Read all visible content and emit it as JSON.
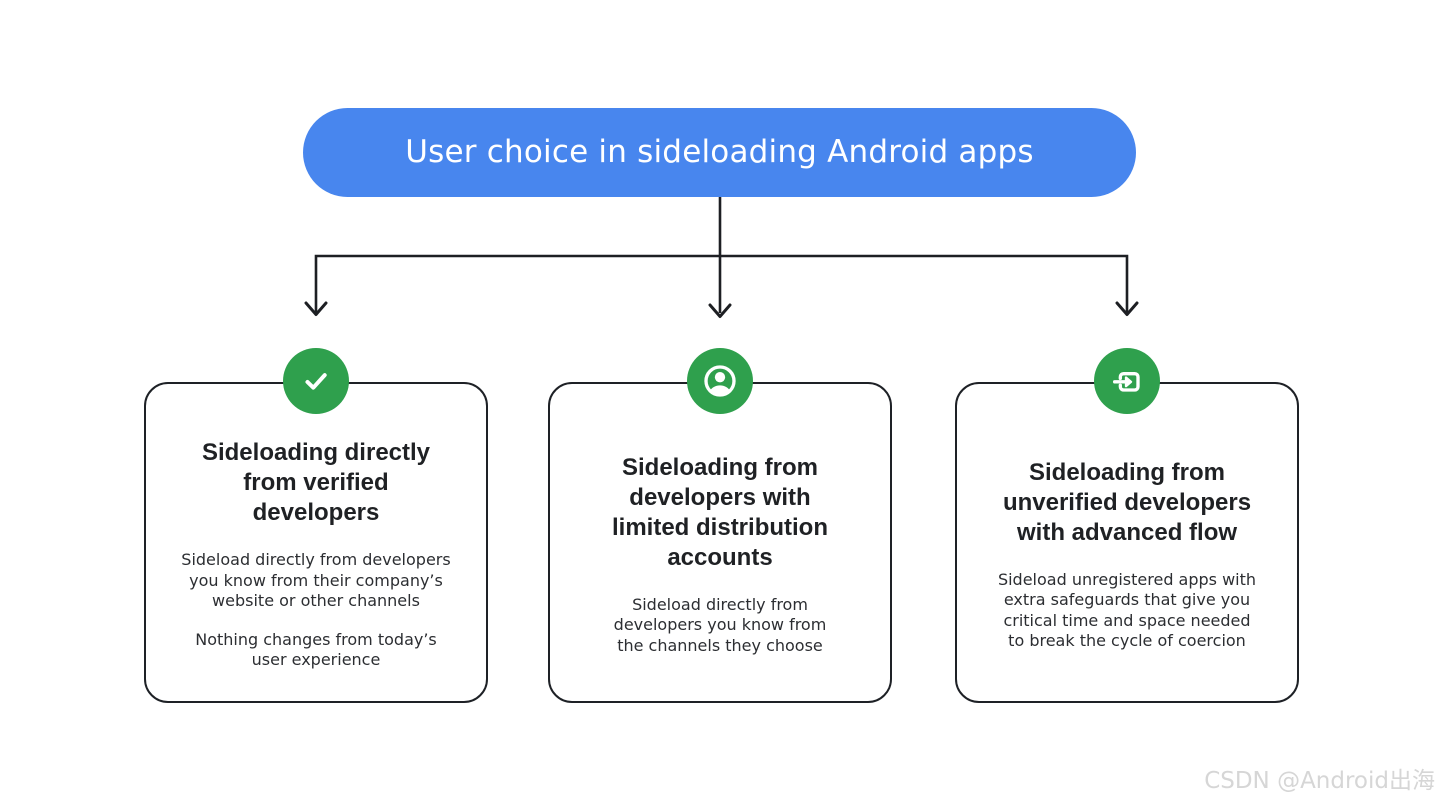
{
  "page": {
    "background_color": "#ffffff",
    "watermark": "CSDN @Android出海"
  },
  "title_banner": {
    "label": "User choice in sideloading Android apps",
    "background_color": "#4886EE",
    "text_color": "#ffffff"
  },
  "connector": {
    "color": "#1d1f23",
    "style": "one-stem-branching-to-three-down-arrows"
  },
  "cards": [
    {
      "icon": "check-icon",
      "icon_bg_color": "#2FA04D",
      "heading": [
        "Sideloading directly",
        "from verified",
        "developers"
      ],
      "paragraphs": [
        [
          "Sideload directly from developers",
          "you know from their company’s",
          "website or other channels"
        ],
        [
          "Nothing changes from today’s",
          "user experience"
        ]
      ]
    },
    {
      "icon": "account-circle-icon",
      "icon_bg_color": "#2FA04D",
      "heading": [
        "Sideloading from",
        "developers with",
        "limited distribution",
        "accounts"
      ],
      "paragraphs": [
        [
          "Sideload directly from",
          "developers you know from",
          "the channels they choose"
        ]
      ]
    },
    {
      "icon": "input-arrow-icon",
      "icon_bg_color": "#2FA04D",
      "heading": [
        "Sideloading from",
        "unverified developers",
        "with advanced flow"
      ],
      "paragraphs": [
        [
          "Sideload unregistered apps with",
          "extra safeguards that give you",
          "critical time and space needed",
          "to break the cycle of coercion"
        ]
      ]
    }
  ]
}
